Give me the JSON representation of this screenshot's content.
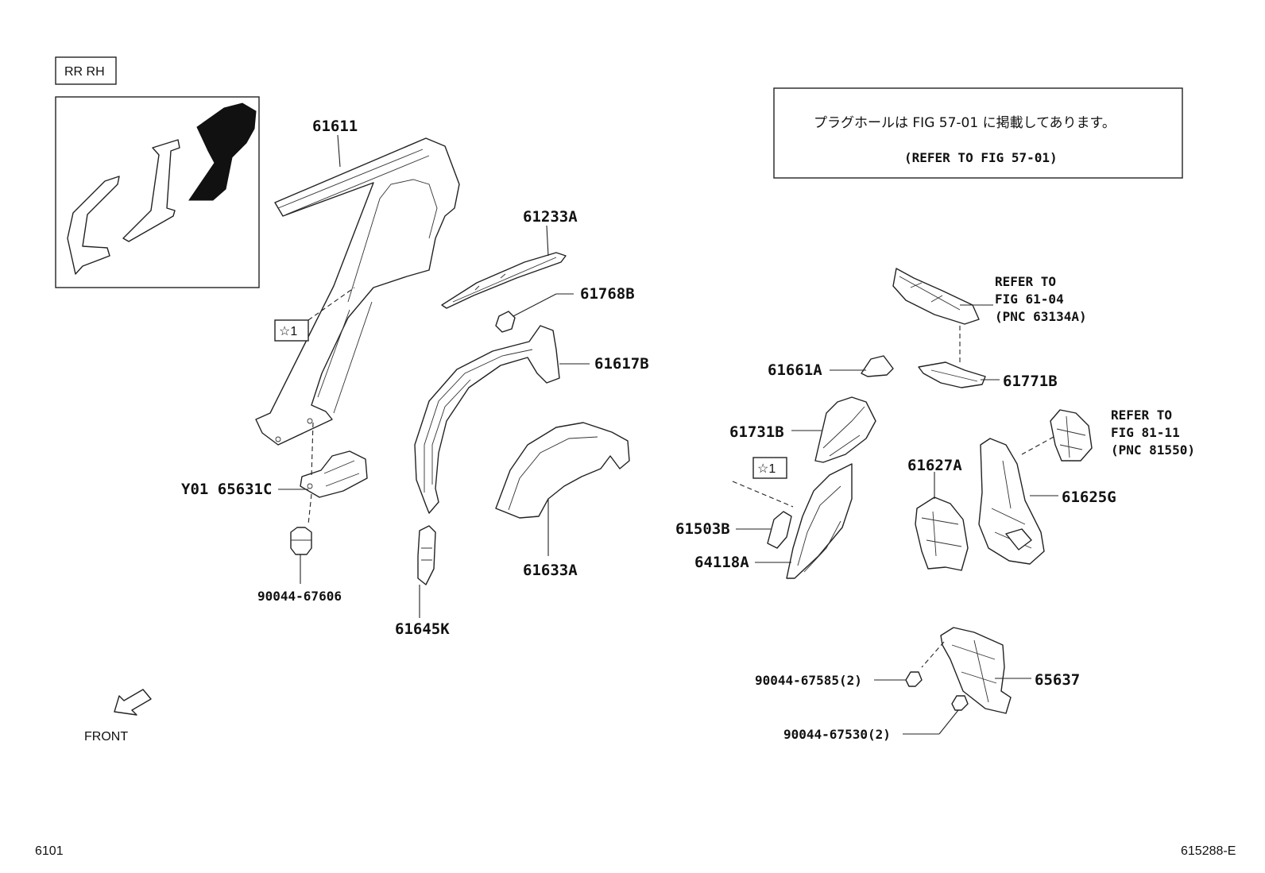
{
  "region_label": "RR RH",
  "note": {
    "japanese": "プラグホールは FIG 57-01 に掲載してあります。",
    "english": "(REFER TO FIG 57-01)"
  },
  "callout_symbol": "☆1",
  "parts": {
    "p61611": "61611",
    "p61233A": "61233A",
    "p61768B": "61768B",
    "p61617B": "61617B",
    "p65631C": "Y01 65631C",
    "p90044_67606": "90044-67606",
    "p61633A": "61633A",
    "p61645K": "61645K",
    "p61661A": "61661A",
    "p61771B": "61771B",
    "p61731B": "61731B",
    "p61627A": "61627A",
    "p61625G": "61625G",
    "p61503B": "61503B",
    "p64118A": "64118A",
    "p90044_67585": "90044-67585(2)",
    "p65637": "65637",
    "p90044_67530": "90044-67530(2)"
  },
  "refs": {
    "ref1": {
      "line1": "REFER TO",
      "line2": "FIG 61-04",
      "line3": "(PNC 63134A)"
    },
    "ref2": {
      "line1": "REFER TO",
      "line2": "FIG 81-11",
      "line3": "(PNC 81550)"
    }
  },
  "front_label": "FRONT",
  "page_code": "6101",
  "figure_code": "615288-E"
}
